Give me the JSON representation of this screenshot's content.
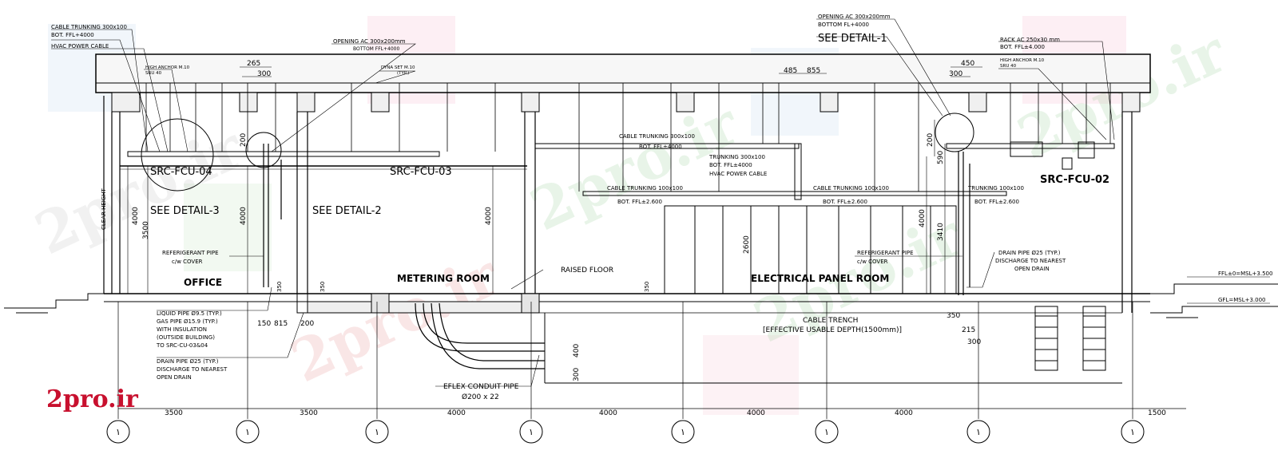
{
  "watermark": {
    "brand": "2pro.ir",
    "colors": [
      "#c0c0c0",
      "#7ec87e",
      "#e36b6b"
    ]
  },
  "logo": {
    "text": "2pro.ir",
    "color": "#c8102e"
  },
  "rooms": {
    "office": "OFFICE",
    "metering": "METERING ROOM",
    "electrical": "ELECTRICAL PANEL ROOM"
  },
  "units": {
    "fcu04": "SRC-FCU-04",
    "fcu03": "SRC-FCU-03",
    "fcu02": "SRC-FCU-02"
  },
  "details": {
    "d1": "SEE DETAIL-1",
    "d2": "SEE DETAIL-2",
    "d3": "SEE DETAIL-3"
  },
  "notes": {
    "cable_trunking_tl_1": "CABLE TRUNKING 300x100",
    "cable_trunking_tl_2": "BOT. FFL+4000",
    "hvac_power_cable_tl": "HVAC POWER CABLE",
    "high_anchor_l_1": "HIGH ANCHOR M.10",
    "high_anchor_l_2": "SRU 40",
    "opening_ac_c_1": "OPENING AC 300x200mm",
    "opening_ac_c_2": "BOTTOM FFL+4000",
    "dyna_set_1": "DYNA SET M.10",
    "dyna_set_2": "(TYP.)",
    "opening_ac_r_1": "OPENING AC 300x200mm",
    "opening_ac_r_2": "BOTTOM FL+4000",
    "rack_ac_1": "RACK AC  250x30 mm",
    "rack_ac_2": "BOT. FFL±4.000",
    "high_anchor_r_1": "HIGH ANCHOR M.10",
    "high_anchor_r_2": "SRU 40",
    "cable_trunking_c_1": "CABLE TRUNKING 300x100",
    "cable_trunking_c_2": "BOT. FFL±4000",
    "trunking_300_1": "TRUNKING 300x100",
    "trunking_300_2": "BOT. FFL±4000",
    "trunking_300_3": "HVAC POWER CABLE",
    "cable_trunking_100a_1": "CABLE TRUNKING 100x100",
    "cable_trunking_100a_2": "BOT. FFL±2.600",
    "cable_trunking_100b_1": "CABLE TRUNKING 100x100",
    "cable_trunking_100b_2": "BOT. FFL±2.600",
    "trunking_100r_1": "TRUNKING 100x100",
    "trunking_100r_2": "BOT. FFL±2.600",
    "refrig_l_1": "REFERIGERANT PIPE",
    "refrig_l_2": "c/w COVER",
    "refrig_r_1": "REFERIGERANT PIPE",
    "refrig_r_2": "c/w COVER",
    "drain_r_1": "DRAIN PIPE Ø25 (TYP.)",
    "drain_r_2": "DISCHARGE TO NEAREST",
    "drain_r_3": "OPEN DRAIN",
    "raised_floor": "RAISED FLOOR",
    "liquid_1": "LIQUID PIPE Ø9.5 (TYP.)",
    "liquid_2": "GAS PIPE Ø15.9 (TYP.)",
    "liquid_3": "WITH INSULATION",
    "liquid_4": "(OUTSIDE BUILDING)",
    "liquid_5": "TO SRC-CU-03&04",
    "drain_l_1": "DRAIN PIPE Ø25 (TYP.)",
    "drain_l_2": "DISCHARGE TO NEAREST",
    "drain_l_3": "OPEN DRAIN",
    "trench_1": "CABLE TRENCH",
    "trench_2": "[EFFECTIVE USABLE DEPTH(1500mm)]",
    "eflex_1": "EFLEX CONDUIT PIPE",
    "eflex_2": "Ø200 x 22",
    "ffl": "FFL±0=MSL+3.500",
    "gfl": "GFL=MSL+3.000",
    "clear_height": "CLEAR HEIGHT"
  },
  "dims": {
    "d265": "265",
    "d300a": "300",
    "d485": "485",
    "d855": "855",
    "d450": "450",
    "d300b": "300",
    "h4000a": "4000",
    "h3500": "3500",
    "h4000b": "4000",
    "h4000c": "4000",
    "h2600": "2600",
    "h4000d": "4000",
    "h3410": "3410",
    "h590": "590",
    "h200a": "200",
    "h200b": "200",
    "h350a": "350",
    "h350b": "350",
    "h350c": "350",
    "b150": "150",
    "b815": "815",
    "b200": "200",
    "b350": "350",
    "b215": "215",
    "b300": "300",
    "v400": "400",
    "v300": "300"
  },
  "grid": {
    "spans": [
      "3500",
      "3500",
      "4000",
      "4000",
      "4000",
      "4000",
      "1500"
    ],
    "bubble_label": "١"
  }
}
